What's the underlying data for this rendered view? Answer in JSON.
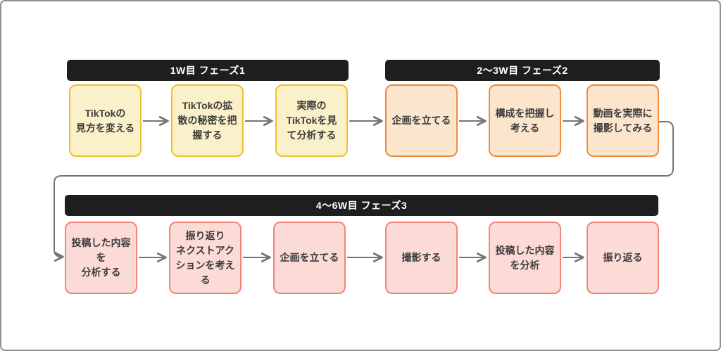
{
  "diagram": {
    "title": "TikTok learning roadmap flowchart",
    "phases": [
      {
        "label": "1W目 フェーズ1",
        "fill": "#faf0ca",
        "border": "#efc12f",
        "steps": [
          "TikTokの\n見方を変える",
          "TikTokの拡\n散の秘密を把\n握する",
          "実際の\nTikTokを見\nて分析する"
        ]
      },
      {
        "label": "2〜3W目 フェーズ2",
        "fill": "#fbe5cd",
        "border": "#f28a3c",
        "steps": [
          "企画を立てる",
          "構成を把握し\n考える",
          "動画を実際に\n撮影してみる"
        ]
      },
      {
        "label": "4〜6W目 フェーズ3",
        "fill": "#fcdad6",
        "border": "#f5837a",
        "steps": [
          "投稿した内容\nを\n分析する",
          "振り返り\nネクストアク\nションを考え\nる",
          "企画を立てる",
          "撮影する",
          "投稿した内容\nを分析",
          "振り返る"
        ]
      }
    ],
    "colors": {
      "header_bg": "#1e1e1e",
      "header_text": "#ffffff",
      "box_text": "#3b3b3b",
      "arrow": "#757575",
      "frame_border": "#8f8f8f",
      "background": "#ffffff"
    }
  }
}
